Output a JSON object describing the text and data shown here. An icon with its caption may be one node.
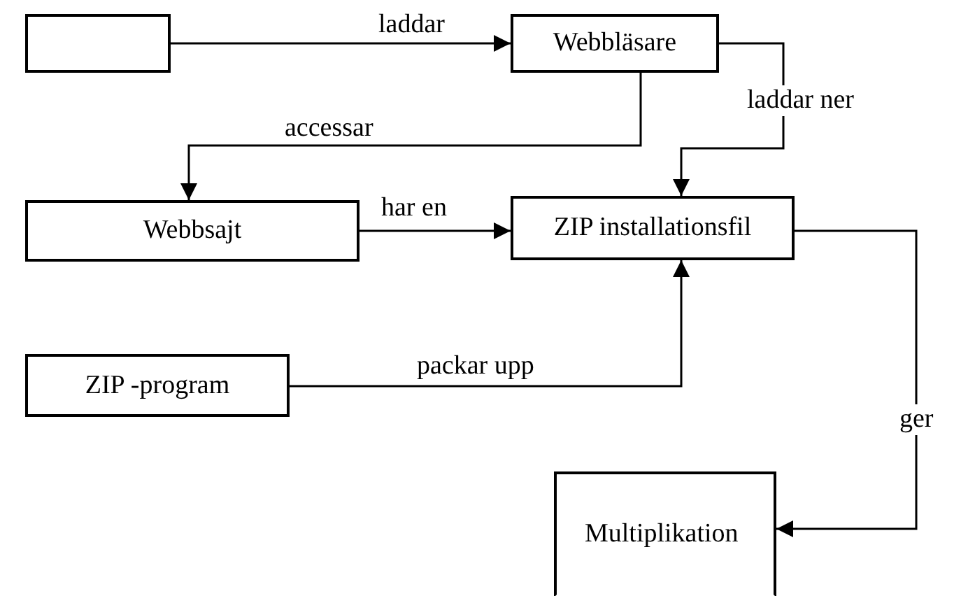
{
  "diagram": {
    "nodes": [
      {
        "text": [],
        "shape": "box"
      },
      {
        "text": [
          "Webbläsare"
        ]
      },
      {
        "text": [
          "Webbsajt"
        ]
      },
      {
        "text": [
          "ZIP installationsfil"
        ]
      },
      {
        "text": [
          "ZIP -program"
        ]
      },
      {
        "text": [
          "Multiplikation"
        ]
      }
    ],
    "edges": [
      {
        "from": 0,
        "to": 1,
        "arrow": "to",
        "label": "laddar"
      },
      {
        "from": 1,
        "to": 2,
        "arrow": "to",
        "label": "accessar"
      },
      {
        "from": 1,
        "to": 3,
        "arrow": "to",
        "label": "laddar ner"
      },
      {
        "from": 2,
        "to": 3,
        "arrow": "to",
        "label": "har en"
      },
      {
        "from": 4,
        "to": 3,
        "arrow": "to",
        "label": "packar upp"
      },
      {
        "from": 3,
        "to": 5,
        "arrow": "to",
        "label": "ger"
      }
    ]
  }
}
